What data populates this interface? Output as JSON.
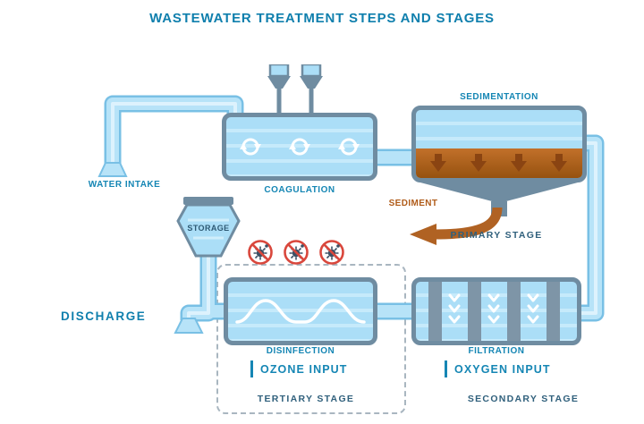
{
  "title": "WASTEWATER TREATMENT STEPS AND STAGES",
  "stations": {
    "water_intake": {
      "label": "WATER INTAKE"
    },
    "coagulation": {
      "label": "COAGULATION"
    },
    "sedimentation": {
      "label": "SEDIMENTATION"
    },
    "sediment": {
      "label": "SEDIMENT"
    },
    "storage": {
      "label": "STORAGE"
    },
    "discharge": {
      "label": "DISCHARGE"
    },
    "disinfection": {
      "label": "DISINFECTION"
    },
    "filtration": {
      "label": "FILTRATION"
    }
  },
  "stages": {
    "primary": {
      "label": "PRIMARY STAGE"
    },
    "secondary": {
      "label": "SECONDARY STAGE",
      "input": "OXYGEN INPUT"
    },
    "tertiary": {
      "label": "TERTIARY STAGE",
      "input": "OZONE INPUT"
    }
  },
  "colors": {
    "accent_teal": "#1586b4",
    "title_teal": "#0f7fad",
    "stage_slate": "#30607c",
    "sediment_brown": "#b06223",
    "tank_gray": "#6f8ca1",
    "water_blue": "#abdef7",
    "pipe_blue": "#b7e3f8",
    "pipe_edge": "#79c0e5",
    "prohibition_red": "#d9473c",
    "microbe_dark": "#3c5165"
  }
}
